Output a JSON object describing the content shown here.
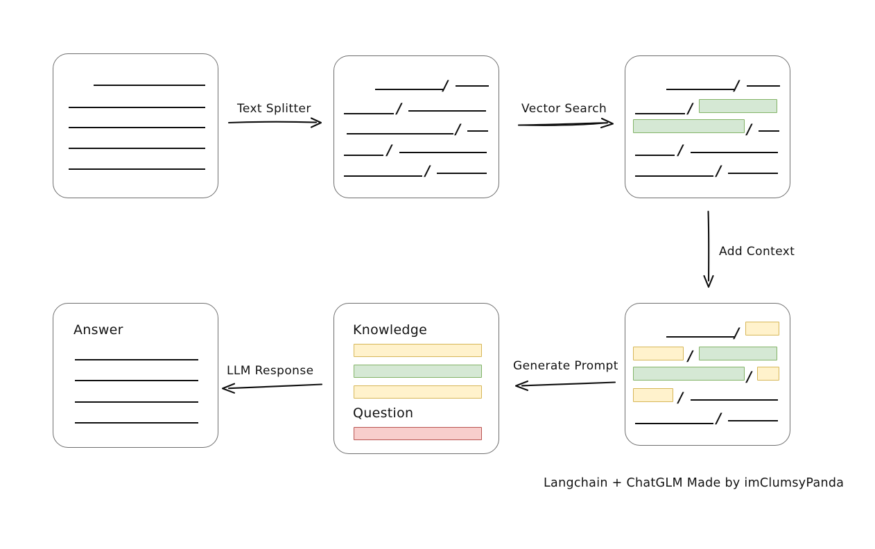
{
  "diagram": {
    "title_caption": "Langchain + ChatGLM Made by imClumsyPanda",
    "colors": {
      "green_fill": "#d5e8d4",
      "green_stroke": "#82b366",
      "yellow_fill": "#fff2cc",
      "yellow_stroke": "#d6b656",
      "red_fill": "#f8cecc",
      "red_stroke": "#b85450",
      "box_stroke": "#6d6d6d",
      "line_stroke": "#0d0d0d"
    },
    "arrows": [
      {
        "id": "text-splitter",
        "label": "Text Splitter",
        "direction": "right",
        "style": "single"
      },
      {
        "id": "vector-search",
        "label": "Vector Search",
        "direction": "right",
        "style": "double"
      },
      {
        "id": "add-context",
        "label": "Add Context",
        "direction": "down",
        "style": "single"
      },
      {
        "id": "generate-prompt",
        "label": "Generate Prompt",
        "direction": "left",
        "style": "single"
      },
      {
        "id": "llm-response",
        "label": "LLM Response",
        "direction": "left",
        "style": "single"
      }
    ],
    "boxes": {
      "source_document": {
        "name": "Source Document",
        "title": "",
        "lines": 5
      },
      "split_document": {
        "name": "Split Document",
        "title": "",
        "rows": 5,
        "separator": "/"
      },
      "vector_matched_document": {
        "name": "Vector Matched Document",
        "title": "",
        "rows": 5,
        "separator": "/",
        "highlighted_rows": [
          2,
          3
        ],
        "highlight_color": "green"
      },
      "context_document": {
        "name": "Context Added Document",
        "title": "",
        "rows": 5,
        "separator": "/",
        "green_rows": [
          2,
          3
        ],
        "yellow_rows": [
          1,
          2,
          3,
          4
        ],
        "highlight_colors": [
          "green",
          "yellow"
        ]
      },
      "prompt": {
        "name": "Prompt",
        "knowledge_title": "Knowledge",
        "question_title": "Question",
        "knowledge_bars": [
          "yellow",
          "green",
          "yellow"
        ],
        "question_bars": [
          "red"
        ]
      },
      "answer": {
        "name": "Answer",
        "title": "Answer",
        "lines": 4
      }
    }
  }
}
